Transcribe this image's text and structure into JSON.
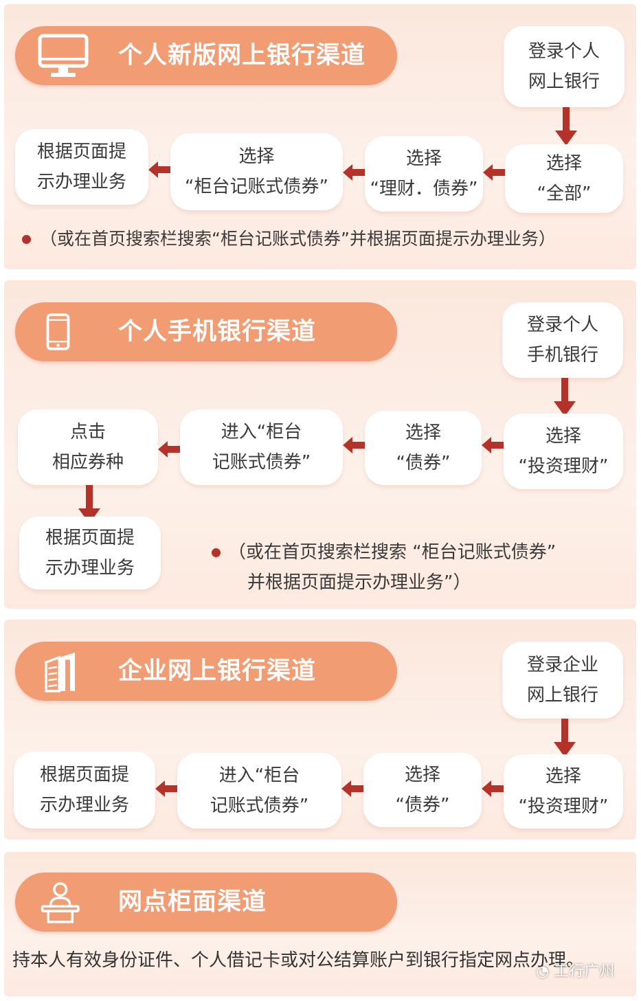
{
  "sections": [
    {
      "title": "个人新版网上银行渠道",
      "icon": "monitor-icon",
      "steps": {
        "login": [
          "登录个人",
          "网上银行"
        ],
        "s1": [
          "选择",
          "“全部”"
        ],
        "s2": [
          "选择",
          "“理财．债券”"
        ],
        "s3": [
          "选择",
          "“柜台记账式债券”"
        ],
        "s4": [
          "根据页面提",
          "示办理业务"
        ]
      },
      "note": "（或在首页搜索栏搜索“柜台记账式债券”并根据页面提示办理业务）"
    },
    {
      "title": "个人手机银行渠道",
      "icon": "smartphone-icon",
      "steps": {
        "login": [
          "登录个人",
          "手机银行"
        ],
        "s1": [
          "选择",
          "“投资理财”"
        ],
        "s2": [
          "选择",
          "“债券”"
        ],
        "s3": [
          "进入“柜台",
          "记账式债券”"
        ],
        "s4": [
          "点击",
          "相应券种"
        ],
        "s5": [
          "根据页面提",
          "示办理业务"
        ]
      },
      "note": [
        "（或在首页搜索栏搜索 “柜台记账式债券”",
        "并根据页面提示办理业务”）"
      ]
    },
    {
      "title": "企业网上银行渠道",
      "icon": "building-icon",
      "steps": {
        "login": [
          "登录企业",
          "网上银行"
        ],
        "s1": [
          "选择",
          "“投资理财”"
        ],
        "s2": [
          "选择",
          "“债券”"
        ],
        "s3": [
          "进入“柜台",
          "记账式债券”"
        ],
        "s4": [
          "根据页面提",
          "示办理业务"
        ]
      }
    },
    {
      "title": "网点柜面渠道",
      "icon": "counter-clerk-icon",
      "text": "持本人有效身份证件、个人借记卡或对公结算账户到银行指定网点办理。"
    }
  ],
  "watermark": "工行广州",
  "colors": {
    "accent": "#f29c74",
    "arrow": "#b3332b",
    "panel": "#fbe7dc"
  }
}
